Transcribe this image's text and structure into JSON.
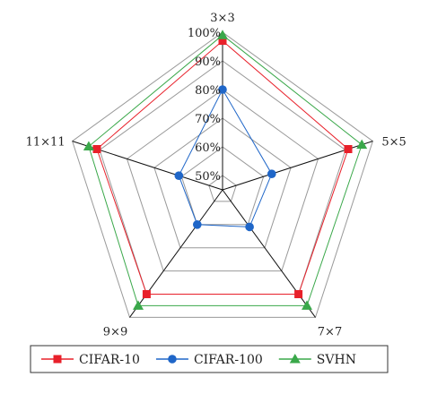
{
  "chart_data": {
    "type": "radar",
    "categories": [
      "3×3",
      "5×5",
      "7×7",
      "9×9",
      "11×11"
    ],
    "radial_ticks": [
      "50%",
      "60%",
      "70%",
      "80%",
      "90%",
      "100%"
    ],
    "rmin": 45,
    "rmax": 100,
    "grid": true,
    "legend_position": "bottom",
    "series": [
      {
        "name": "CIFAR-10",
        "color": "#e8202a",
        "marker": "square",
        "values": [
          97,
          91,
          90,
          90,
          91
        ]
      },
      {
        "name": "CIFAR-100",
        "color": "#1f66c8",
        "marker": "circle",
        "values": [
          80,
          63,
          61,
          60,
          61
        ]
      },
      {
        "name": "SVHN",
        "color": "#3aa84a",
        "marker": "triangle",
        "values": [
          99,
          96,
          95,
          95,
          94
        ]
      }
    ]
  }
}
